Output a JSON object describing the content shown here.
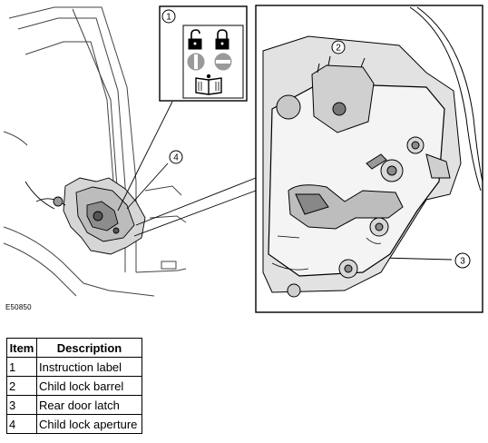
{
  "figure": {
    "reference_code": "E50850",
    "callouts": [
      "1",
      "2",
      "3",
      "4"
    ]
  },
  "legend": {
    "headers": [
      "Item",
      "Description"
    ],
    "rows": [
      {
        "item": "1",
        "description": "Instruction label"
      },
      {
        "item": "2",
        "description": "Child lock barrel"
      },
      {
        "item": "3",
        "description": "Rear door latch"
      },
      {
        "item": "4",
        "description": "Child lock aperture"
      }
    ]
  }
}
